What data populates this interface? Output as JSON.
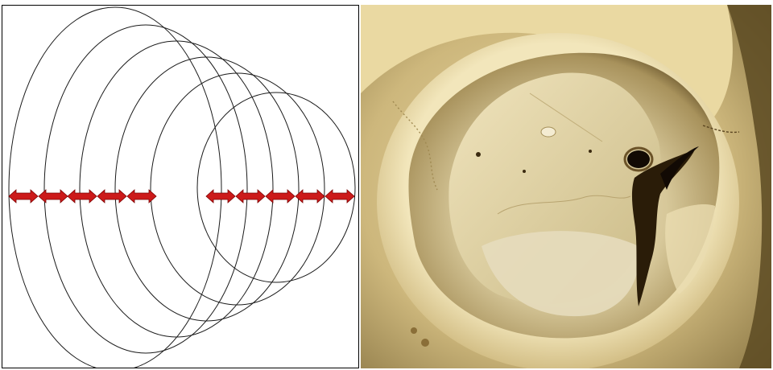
{
  "figure": {
    "panels": [
      {
        "id": "left",
        "kind": "schematic",
        "elements": {
          "rings": {
            "count": 6,
            "stroke": "#1a1a1a"
          },
          "arrows": {
            "left_group": 5,
            "right_group": 5,
            "fill": "#cc1a1a",
            "stroke": "#7a0000",
            "direction": "double-headed"
          }
        }
      },
      {
        "id": "right",
        "kind": "photograph",
        "subject": "bone-cavity",
        "colors": {
          "bone_light": "#efe2b0",
          "bone_mid": "#d8c590",
          "shadow": "#3e2c12",
          "dark": "#120a04",
          "background": "#7b6a3b"
        }
      }
    ]
  }
}
